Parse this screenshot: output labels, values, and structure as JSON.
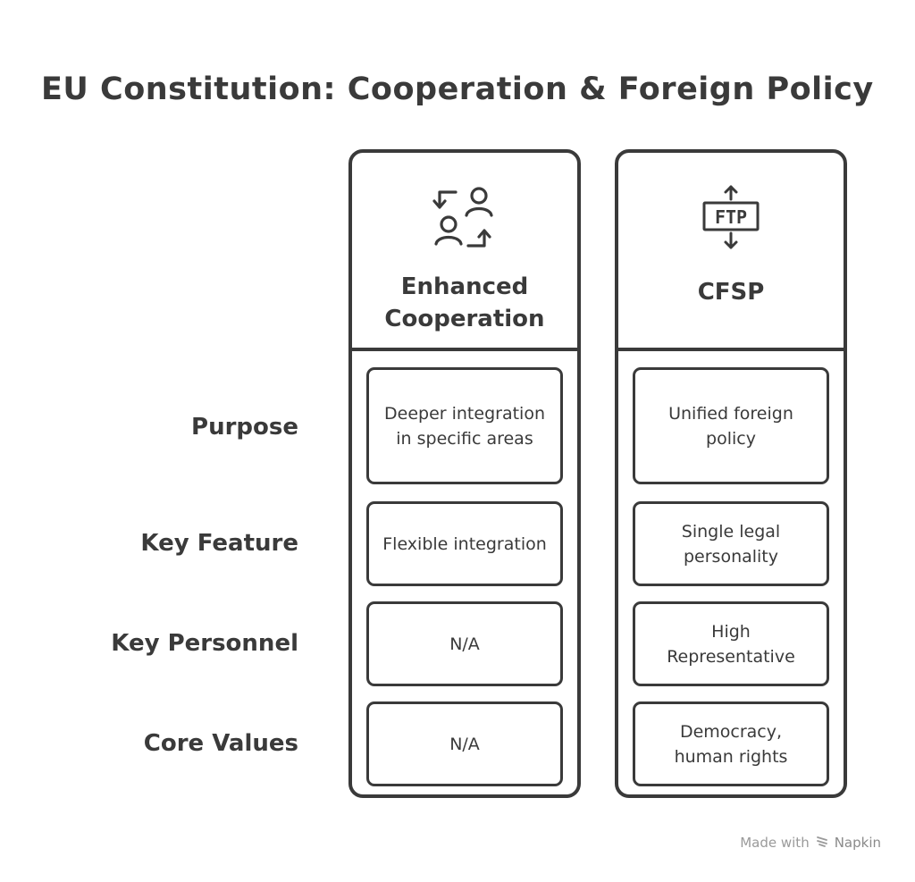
{
  "title": "EU Constitution: Cooperation & Foreign Policy",
  "row_labels": [
    "Purpose",
    "Key Feature",
    "Key Personnel",
    "Core Values"
  ],
  "columns": [
    {
      "icon": "users-exchange-icon",
      "title": "Enhanced Cooperation",
      "cells": [
        "Deeper integration in specific areas",
        "Flexible integration",
        "N/A",
        "N/A"
      ]
    },
    {
      "icon": "ftp-transfer-icon",
      "icon_text": "FTP",
      "title": "CFSP",
      "cells": [
        "Unified foreign policy",
        "Single legal personality",
        "High Representative",
        "Democracy, human rights"
      ]
    }
  ],
  "footer": {
    "made_with": "Made with",
    "brand": "Napkin",
    "brand_icon": "napkin-logo-icon"
  },
  "colors": {
    "ink": "#3a3a3a",
    "background": "#ffffff",
    "footer": "#9a9a9a"
  }
}
